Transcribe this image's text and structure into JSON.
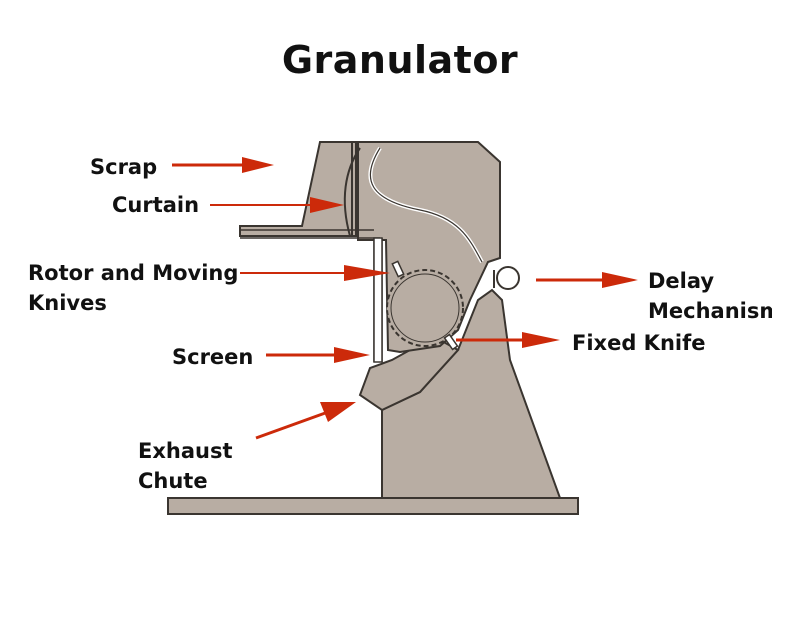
{
  "title": "Granulator",
  "labels": {
    "scrap": "Scrap",
    "curtain": "Curtain",
    "rotor_line1": "Rotor and Moving",
    "rotor_line2": "Knives",
    "screen": "Screen",
    "exhaust_line1": "Exhaust",
    "exhaust_line2": "Chute",
    "delay_line1": "Delay",
    "delay_line2": "Mechanism",
    "fixed_knife": "Fixed Knife"
  },
  "colors": {
    "machine_fill": "#b8ada3",
    "outline": "#3a3530",
    "arrow": "#cc2a0a",
    "text": "#111111"
  }
}
